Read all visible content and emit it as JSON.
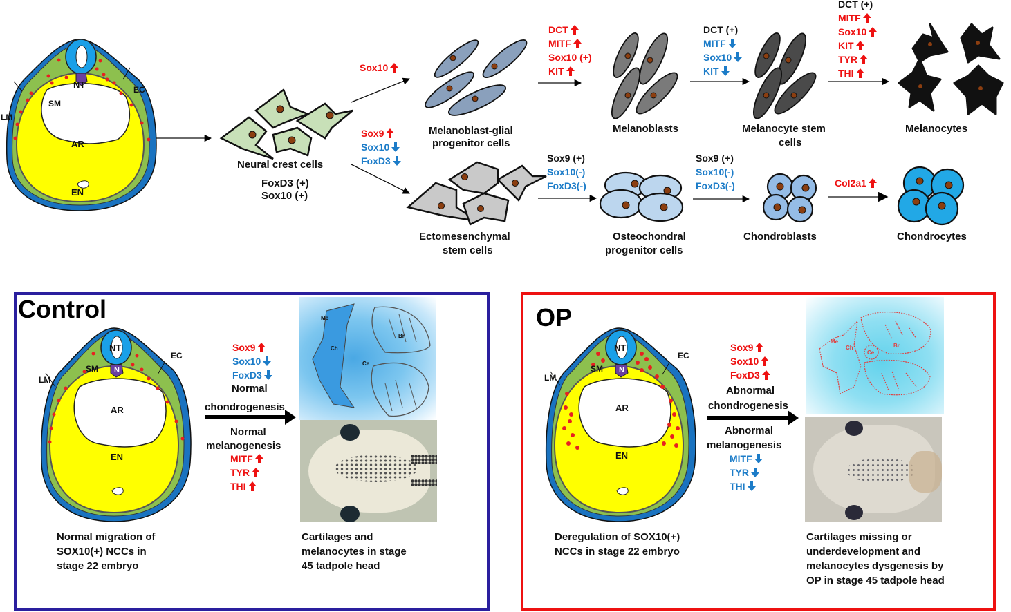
{
  "embryo": {
    "labels": {
      "nt": "NT",
      "n": "N",
      "sm": "SM",
      "ec": "EC",
      "lm": "LM",
      "ar": "AR",
      "en": "EN"
    }
  },
  "pathway": {
    "neural_crest": {
      "title": "Neural crest cells",
      "markers": [
        "FoxD3 (+)",
        "Sox10 (+)"
      ]
    },
    "to_melanoblast_glial": [
      {
        "gene": "Sox10",
        "dir": "up"
      }
    ],
    "melanoblast_glial": {
      "title_line1": "Melanoblast-glial",
      "title_line2": "progenitor cells"
    },
    "to_ectomesenchymal": [
      {
        "gene": "Sox9",
        "dir": "up"
      },
      {
        "gene": "Sox10",
        "dir": "down"
      },
      {
        "gene": "FoxD3",
        "dir": "down"
      }
    ],
    "ectomesenchymal": {
      "title_line1": "Ectomesenchymal",
      "title_line2": "stem cells"
    },
    "to_melanoblasts": [
      {
        "gene": "DCT",
        "dir": "up"
      },
      {
        "gene": "MITF",
        "dir": "up"
      },
      {
        "gene": "Sox10 (+)",
        "dir": "up-text"
      },
      {
        "gene": "KIT",
        "dir": "up"
      }
    ],
    "melanoblasts": {
      "title": "Melanoblasts"
    },
    "to_melanocyte_stem": [
      {
        "gene": "DCT (+)",
        "dir": "neutral"
      },
      {
        "gene": "MITF",
        "dir": "down"
      },
      {
        "gene": "Sox10",
        "dir": "down"
      },
      {
        "gene": "KIT",
        "dir": "down"
      }
    ],
    "melanocyte_stem": {
      "title_line1": "Melanocyte stem",
      "title_line2": "cells"
    },
    "to_melanocytes": [
      {
        "gene": "DCT (+)",
        "dir": "neutral"
      },
      {
        "gene": "MITF",
        "dir": "up"
      },
      {
        "gene": "Sox10",
        "dir": "up"
      },
      {
        "gene": "KIT",
        "dir": "up"
      },
      {
        "gene": "TYR",
        "dir": "up"
      },
      {
        "gene": "THI",
        "dir": "up"
      }
    ],
    "melanocytes": {
      "title": "Melanocytes"
    },
    "to_osteochondral": [
      {
        "gene": "Sox9 (+)",
        "dir": "neutral"
      },
      {
        "gene": "Sox10(-)",
        "dir": "down-text"
      },
      {
        "gene": "FoxD3(-)",
        "dir": "down-text"
      }
    ],
    "osteochondral": {
      "title_line1": "Osteochondral",
      "title_line2": "progenitor cells"
    },
    "to_chondroblasts": [
      {
        "gene": "Sox9 (+)",
        "dir": "neutral"
      },
      {
        "gene": "Sox10(-)",
        "dir": "down-text"
      },
      {
        "gene": "FoxD3(-)",
        "dir": "down-text"
      }
    ],
    "chondroblasts": {
      "title": "Chondroblasts"
    },
    "to_chondrocytes": [
      {
        "gene": "Col2a1",
        "dir": "up"
      }
    ],
    "chondrocytes": {
      "title": "Chondrocytes"
    }
  },
  "control": {
    "title": "Control",
    "border_color": "#2a1f9e",
    "genes_top": [
      {
        "gene": "Sox9",
        "dir": "up"
      },
      {
        "gene": "Sox10",
        "dir": "down"
      },
      {
        "gene": "FoxD3",
        "dir": "down"
      }
    ],
    "arrow_top_line1": "Normal",
    "arrow_top_line2": "chondrogenesis",
    "arrow_bottom_line1": "Normal",
    "arrow_bottom_line2": "melanogenesis",
    "genes_bottom": [
      {
        "gene": "MITF",
        "dir": "up"
      },
      {
        "gene": "TYR",
        "dir": "up"
      },
      {
        "gene": "THI",
        "dir": "up"
      }
    ],
    "cartilage_labels": {
      "me": "Me",
      "ch": "Ch",
      "ce": "Ce",
      "br": "Br"
    },
    "caption_left": [
      "Normal migration of",
      "SOX10(+) NCCs in",
      "stage 22 embryo"
    ],
    "caption_right": [
      "Cartilages and",
      "melanocytes in  stage",
      "45 tadpole head"
    ]
  },
  "op": {
    "title": "OP",
    "border_color": "#ee1111",
    "genes_top": [
      {
        "gene": "Sox9",
        "dir": "up"
      },
      {
        "gene": "Sox10",
        "dir": "up"
      },
      {
        "gene": "FoxD3",
        "dir": "up"
      }
    ],
    "arrow_top_line1": "Abnormal",
    "arrow_top_line2": "chondrogenesis",
    "arrow_bottom_line1": "Abnormal",
    "arrow_bottom_line2": "melanogenesis",
    "genes_bottom": [
      {
        "gene": "MITF",
        "dir": "down"
      },
      {
        "gene": "TYR",
        "dir": "down"
      },
      {
        "gene": "THI",
        "dir": "down"
      }
    ],
    "cartilage_labels": {
      "me": "Me",
      "ch": "Ch",
      "ce": "Ce",
      "br": "Br"
    },
    "caption_left": [
      "Deregulation of SOX10(+)",
      "NCCs in stage 22 embryo"
    ],
    "caption_right": [
      "Cartilages missing or",
      "underdevelopment and",
      "melanocytes dysgenesis by",
      "OP in stage 45 tadpole head"
    ]
  },
  "colors": {
    "up": "#ee1111",
    "down": "#1c7cc8"
  }
}
